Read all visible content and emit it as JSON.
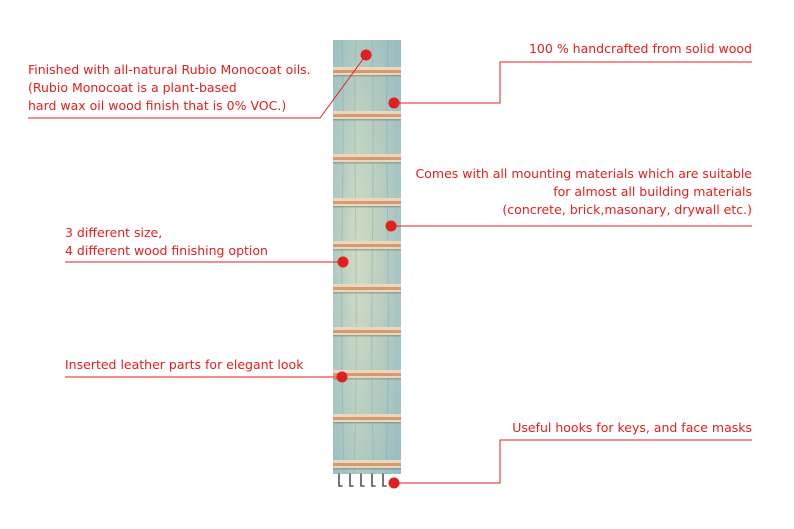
{
  "colors": {
    "accent": "#e0201d",
    "wood_light": "#d6dfc6",
    "wood_blue": "#93bcc4",
    "leather": "#d69a6e"
  },
  "callouts": {
    "finish": [
      "Finished with all-natural Rubio Monocoat oils.",
      "(Rubio Monocoat is a plant-based",
      "hard wax oil wood finish that is 0% VOC.)"
    ],
    "handcrafted": [
      "100 % handcrafted from solid wood"
    ],
    "mounting": [
      "Comes with all mounting materials which are suitable",
      "for almost all building materials",
      "(concrete, brick,masonary, drywall etc.)"
    ],
    "sizes": [
      "3 different size,",
      "4 different wood finishing option"
    ],
    "leather": [
      "Inserted leather parts for elegant look"
    ],
    "hooks": [
      "Useful hooks for keys, and face masks"
    ]
  }
}
